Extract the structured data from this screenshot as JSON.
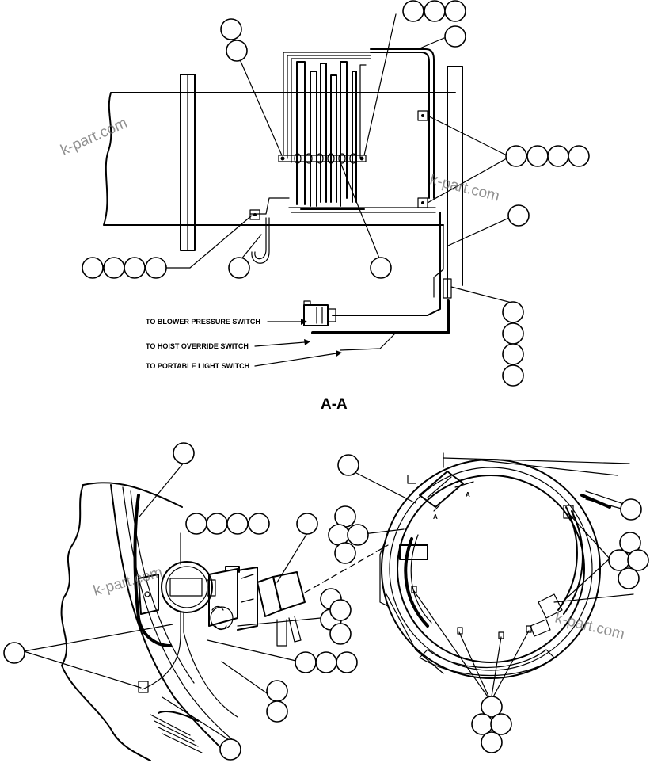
{
  "section": {
    "title": "A-A"
  },
  "callouts": {
    "blower": "TO BLOWER PRESSURE SWITCH",
    "hoist": "TO HOIST OVERRIDE SWITCH",
    "portable": "TO PORTABLE LIGHT SWITCH"
  },
  "section_marks": {
    "left": "A",
    "right": "A"
  },
  "watermarks": [
    "k-part.com",
    "k-part.com",
    "k-part.com",
    "k-part.com"
  ]
}
